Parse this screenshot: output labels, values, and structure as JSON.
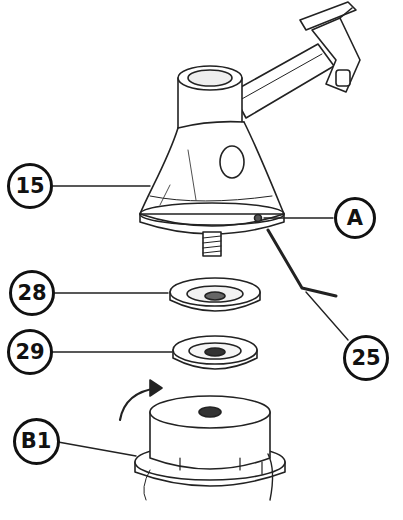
{
  "diagram": {
    "nodes": [
      {
        "text": [
          "15"
        ]
      },
      {
        "text": [
          "A"
        ]
      },
      {
        "text": [
          "28"
        ]
      },
      {
        "text": [
          "29"
        ]
      },
      {
        "text": [
          "25"
        ]
      },
      {
        "text": [
          "B1"
        ]
      }
    ]
  }
}
